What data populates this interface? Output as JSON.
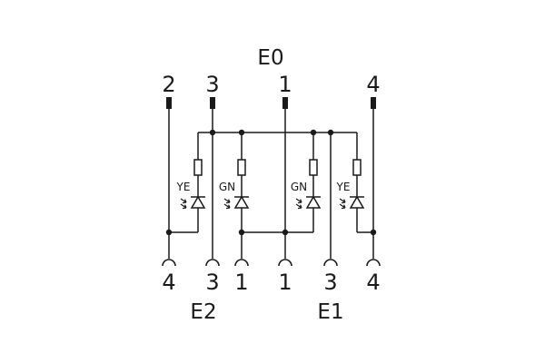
{
  "labels": {
    "port_e0": "E0",
    "port_e1": "E1",
    "port_e2": "E2"
  },
  "top_pins": [
    "2",
    "3",
    "1",
    "4"
  ],
  "bottom_pins": [
    "4",
    "3",
    "1",
    "1",
    "3",
    "4"
  ],
  "leds": [
    "YE",
    "GN",
    "GN",
    "YE"
  ],
  "colors": {
    "line": "#1a1a1a",
    "background": "#ffffff"
  }
}
